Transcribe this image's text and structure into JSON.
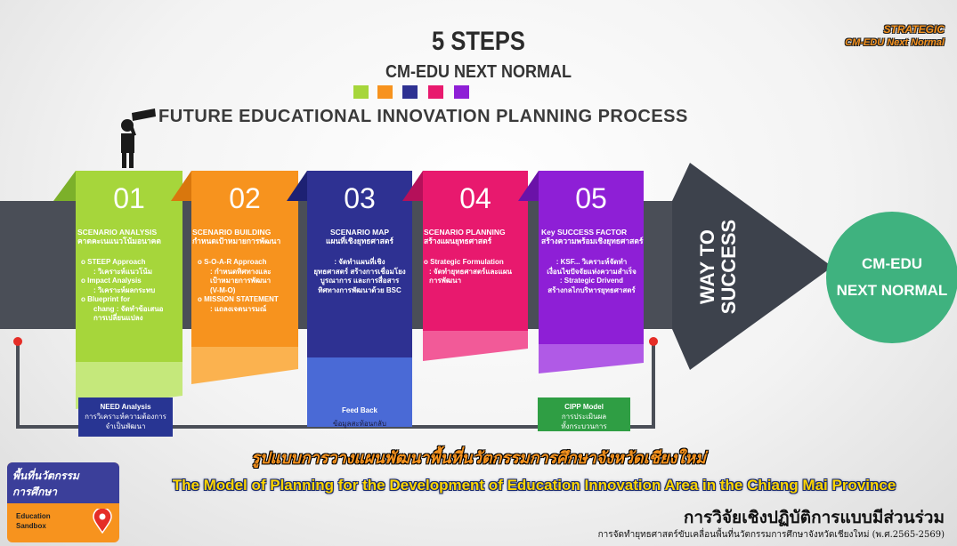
{
  "header": {
    "title": "5 STEPS",
    "subtitle": "CM-EDU NEXT NORMAL",
    "process": "FUTURE EDUCATIONAL INNOVATION PLANNING PROCESS",
    "swatches": [
      "#a6d63b",
      "#f7931e",
      "#2e3192",
      "#e8196e",
      "#8e1fd6"
    ]
  },
  "corner": {
    "line1": "STRATEGIC",
    "line2": "CM-EDU Next Normal"
  },
  "steps": [
    {
      "num": "01",
      "title": "SCENARIO ANALYSIS",
      "subtitle": "คาดคะเนแนวโน้มอนาคต",
      "lines": [
        "o STEEP Approach",
        ": วิเคราะห์แนวโน้ม",
        "o Impact Analysis",
        ": วิเคราะห์ผลกระทบ",
        "o Blueprint for",
        "chang : จัดทำข้อเสนอ",
        "การเปลี่ยนแปลง"
      ]
    },
    {
      "num": "02",
      "title": "SCENARIO BUILDING",
      "subtitle": "กำหนดเป้าหมายการพัฒนา",
      "lines": [
        "o S-O-A-R Approach",
        ": กำหนดทิศทางและ",
        "เป้าหมายการพัฒนา",
        "(V-M-O)",
        "o MISSION STATEMENT",
        ": แถลงเจตนารมณ์"
      ]
    },
    {
      "num": "03",
      "title": "SCENARIO MAP",
      "subtitle": "แผนที่เชิงยุทธศาสตร์",
      "lines": [
        ": จัดทำแผนที่เชิง",
        "ยุทธศาสตร์ สร้างการเชื่อมโยง",
        "บูรณาการ และการสื่อสาร",
        "ทิศทางการพัฒนาด้วย BSC"
      ]
    },
    {
      "num": "04",
      "title": "SCENARIO PLANNING",
      "subtitle": "สร้างแผนยุทธศาสตร์",
      "lines": [
        "o Strategic Formulation",
        ": จัดทำยุทธศาสตร์และแผน",
        "การพัฒนา"
      ]
    },
    {
      "num": "05",
      "title": "Key SUCCESS FACTOR",
      "subtitle": "สร้างความพร้อมเชิงยุทธศาสตร์",
      "lines": [
        ": KSF... วิเคราะห์จัดทำ",
        "เงื่อนไขปัจจัยแห่งความสำเร็จ",
        ": Strategic Drivend",
        "สร้างกลไกบริหารยุทธศาสตร์"
      ]
    }
  ],
  "arrow": {
    "line1": "WAY TO",
    "line2": "SUCCESS"
  },
  "goal": {
    "line1": "CM-EDU",
    "line2": "NEXT NORMAL"
  },
  "boxes": {
    "need": {
      "line1": "NEED Analysis",
      "line2": "การวิเคราะห์ความต้องการ",
      "line3": "จำเป็นพัฒนา"
    },
    "feedback": {
      "line1": "Feed Back",
      "line2": "ข้อมูลสะท้อนกลับ"
    },
    "cipp": {
      "line1": "CIPP Model",
      "line2": "การประเมินผล",
      "line3": "ทั้งกระบวนการ"
    }
  },
  "titles": {
    "thai": "รูปแบบการวางแผนพัฒนาพื้นที่นวัตกรรมการศึกษาจังหวัดเชียงใหม่",
    "english": "The Model of Planning for the Development of Education Innovation Area in the Chiang Mai Province"
  },
  "logo": {
    "line1": "พื้นที่นวัตกรรม",
    "line2": "การศึกษา",
    "line3": "Education",
    "line4": "Sandbox"
  },
  "research": {
    "line1": "การวิจัยเชิงปฏิบัติการแบบมีส่วนร่วม",
    "line2": "การจัดทำยุทธศาสตร์ขับเคลื่อนพื้นที่นวัตกรรมการศึกษาจังหวัดเชียงใหม่ (พ.ศ.2565-2569)"
  }
}
